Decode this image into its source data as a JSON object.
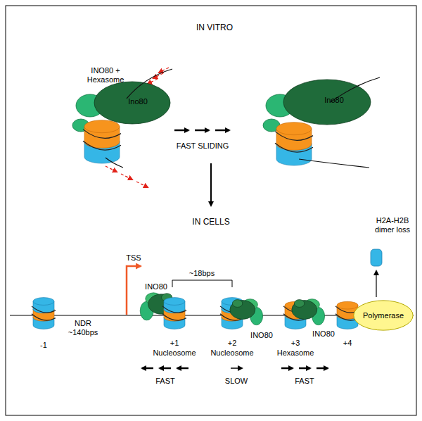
{
  "diagram": {
    "nodes": [
      {
        "text": [
          "Ino80"
        ]
      },
      {
        "text": [
          "Ino80"
        ]
      },
      {
        "text": [
          "Polymerase"
        ]
      }
    ],
    "labels": [
      "IN VITRO",
      "INO80 + Hexasome",
      "FAST SLIDING",
      "IN CELLS",
      "TSS",
      "NDR ~140bps",
      "~18bps",
      "INO80",
      "INO80",
      "INO80",
      "-1",
      "+1",
      "Nucleosome",
      "+2",
      "Nucleosome",
      "+3",
      "Hexasome",
      "+4",
      "FAST",
      "SLOW",
      "FAST",
      "H2A-H2B dimer loss"
    ]
  }
}
